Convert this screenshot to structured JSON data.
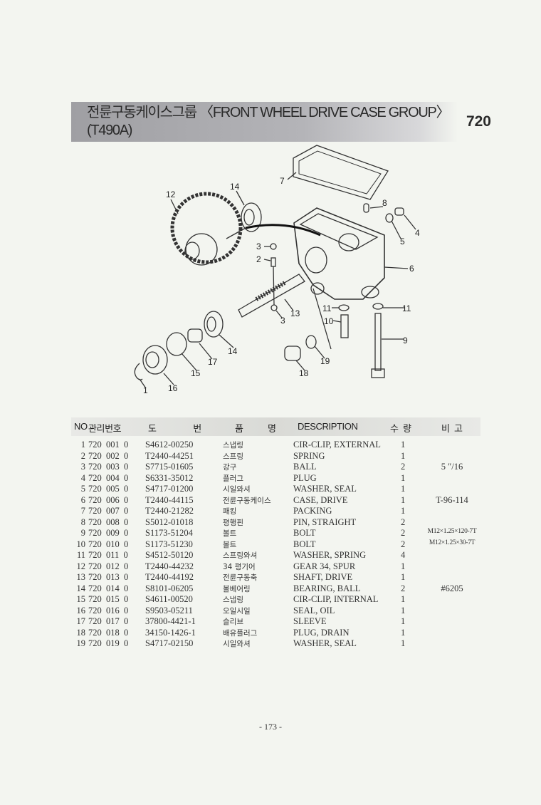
{
  "header": {
    "title": "전륜구동케이스그룹 〈FRONT WHEEL DRIVE CASE GROUP〉(T490A)",
    "group_code": "720"
  },
  "diagram": {
    "callouts": [
      "12",
      "14",
      "7",
      "8",
      "4",
      "5",
      "6",
      "3",
      "2",
      "13",
      "3",
      "11",
      "11",
      "10",
      "9",
      "14",
      "17",
      "15",
      "19",
      "18",
      "16",
      "1"
    ]
  },
  "table": {
    "columns": {
      "no": "NO",
      "mgmt": "관리번호",
      "part_no": "도   번",
      "name_kr_a": "품",
      "name_kr_b": "명",
      "description": "DESCRIPTION",
      "qty": "수  량",
      "remarks": "비  고"
    },
    "rows": [
      {
        "no": "1",
        "mgmt": "720  001  0",
        "part_no": "S4612-00250",
        "name_kr": "스냅링",
        "description": "CIR-CLIP, EXTERNAL",
        "qty": "1",
        "remarks": ""
      },
      {
        "no": "2",
        "mgmt": "720  002  0",
        "part_no": "T2440-44251",
        "name_kr": "스프링",
        "description": "SPRING",
        "qty": "1",
        "remarks": ""
      },
      {
        "no": "3",
        "mgmt": "720  003  0",
        "part_no": "S7715-01605",
        "name_kr": "강구",
        "description": "BALL",
        "qty": "2",
        "remarks": "5 ″/16"
      },
      {
        "no": "4",
        "mgmt": "720  004  0",
        "part_no": "S6331-35012",
        "name_kr": "플러그",
        "description": "PLUG",
        "qty": "1",
        "remarks": ""
      },
      {
        "no": "5",
        "mgmt": "720  005  0",
        "part_no": "S4717-01200",
        "name_kr": "시일와셔",
        "description": "WASHER, SEAL",
        "qty": "1",
        "remarks": ""
      },
      {
        "no": "6",
        "mgmt": "720  006  0",
        "part_no": "T2440-44115",
        "name_kr": "전륜구동케이스",
        "description": "CASE, DRIVE",
        "qty": "1",
        "remarks": "T-96-114"
      },
      {
        "no": "7",
        "mgmt": "720  007  0",
        "part_no": "T2440-21282",
        "name_kr": "패킹",
        "description": "PACKING",
        "qty": "1",
        "remarks": ""
      },
      {
        "no": "8",
        "mgmt": "720  008  0",
        "part_no": "S5012-01018",
        "name_kr": "평행핀",
        "description": "PIN, STRAIGHT",
        "qty": "2",
        "remarks": ""
      },
      {
        "no": "9",
        "mgmt": "720  009  0",
        "part_no": "S1173-51204",
        "name_kr": "볼트",
        "description": "BOLT",
        "qty": "2",
        "remarks": "M12×1.25×120-7T"
      },
      {
        "no": "10",
        "mgmt": "720  010  0",
        "part_no": "S1173-51230",
        "name_kr": "볼트",
        "description": "BOLT",
        "qty": "2",
        "remarks": "M12×1.25×30-7T"
      },
      {
        "no": "11",
        "mgmt": "720  011  0",
        "part_no": "S4512-50120",
        "name_kr": "스프링와셔",
        "description": "WASHER, SPRING",
        "qty": "4",
        "remarks": ""
      },
      {
        "no": "12",
        "mgmt": "720  012  0",
        "part_no": "T2440-44232",
        "name_kr": "34 평기어",
        "description": "GEAR 34, SPUR",
        "qty": "1",
        "remarks": ""
      },
      {
        "no": "13",
        "mgmt": "720  013  0",
        "part_no": "T2440-44192",
        "name_kr": "전륜구동축",
        "description": "SHAFT, DRIVE",
        "qty": "1",
        "remarks": ""
      },
      {
        "no": "14",
        "mgmt": "720  014  0",
        "part_no": "S8101-06205",
        "name_kr": "볼베어링",
        "description": "BEARING, BALL",
        "qty": "2",
        "remarks": "#6205"
      },
      {
        "no": "15",
        "mgmt": "720  015  0",
        "part_no": "S4611-00520",
        "name_kr": "스냅링",
        "description": "CIR-CLIP, INTERNAL",
        "qty": "1",
        "remarks": ""
      },
      {
        "no": "16",
        "mgmt": "720  016  0",
        "part_no": "S9503-05211",
        "name_kr": "오일시일",
        "description": "SEAL, OIL",
        "qty": "1",
        "remarks": ""
      },
      {
        "no": "17",
        "mgmt": "720  017  0",
        "part_no": "37800-4421-1",
        "name_kr": "슬리브",
        "description": "SLEEVE",
        "qty": "1",
        "remarks": ""
      },
      {
        "no": "18",
        "mgmt": "720  018  0",
        "part_no": "34150-1426-1",
        "name_kr": "배유플러그",
        "description": "PLUG, DRAIN",
        "qty": "1",
        "remarks": ""
      },
      {
        "no": "19",
        "mgmt": "720  019  0",
        "part_no": "S4717-02150",
        "name_kr": "시일와셔",
        "description": "WASHER, SEAL",
        "qty": "1",
        "remarks": ""
      }
    ]
  },
  "footer": {
    "page_number": "- 173 -"
  }
}
